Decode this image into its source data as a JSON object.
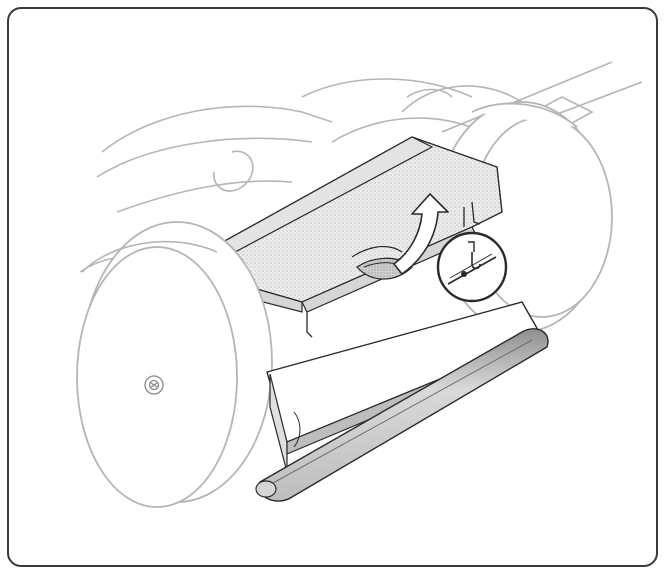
{
  "figure": {
    "subject": "reel-mower-rear-roller-and-grass-flap",
    "callout_icon": "magnifier-detail-circle",
    "arrow_icon": "curved-lift-arrow",
    "colors": {
      "frame_border": "#3a3a3a",
      "line_dark": "#2a2a2a",
      "line_light": "#b5b5b5",
      "fill_gray": "#c9c9c9",
      "fill_light": "#e9e9e9",
      "background": "#ffffff"
    }
  }
}
